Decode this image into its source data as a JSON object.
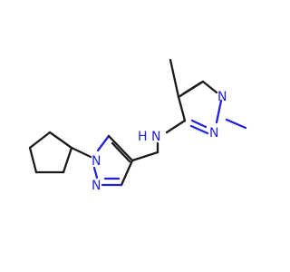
{
  "molecule": {
    "atoms": {
      "n_pyrazole_a1": "N",
      "n_pyrazole_a2": "N",
      "n_amine": "N",
      "h_amine": "H",
      "n_pyrazole_b1": "N",
      "n_pyrazole_b2": "N"
    },
    "colors": {
      "bond": "#1a1a1a",
      "nitrogen": "#2222dd",
      "background": "#ffffff"
    }
  }
}
